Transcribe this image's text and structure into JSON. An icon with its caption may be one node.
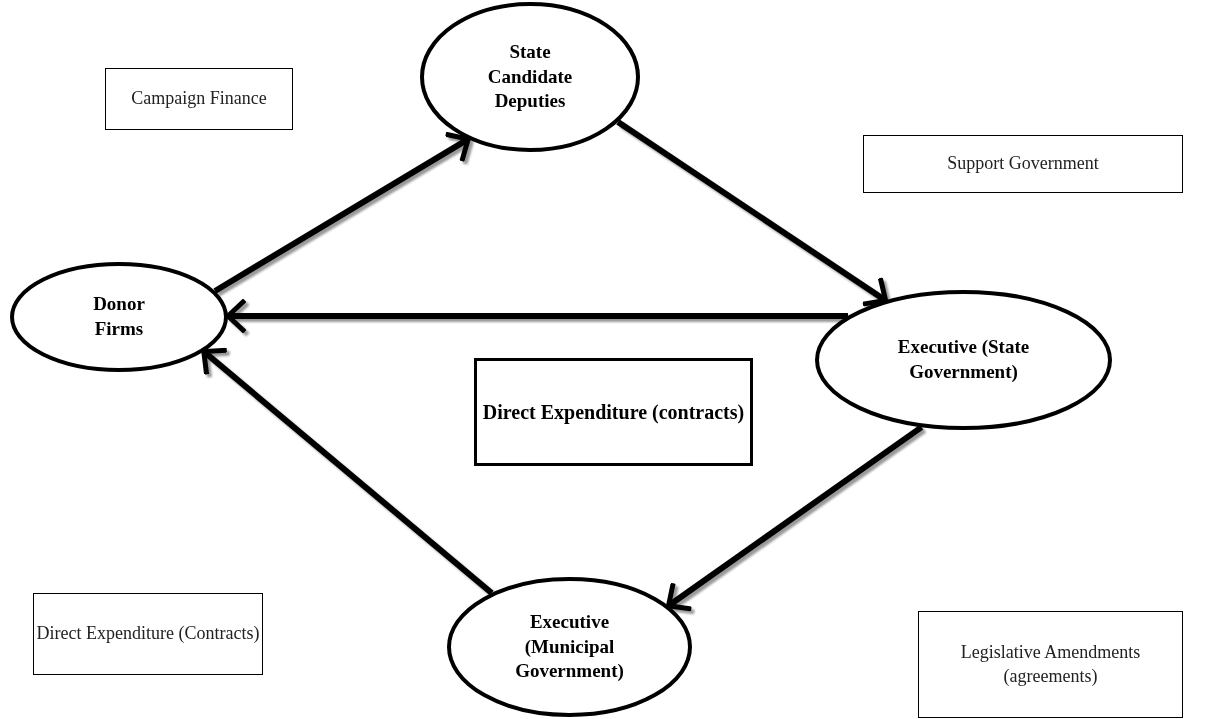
{
  "diagram": {
    "nodes": [
      {
        "text": [
          "State Candidate Deputies"
        ]
      },
      {
        "text": [
          "Campaign Finance"
        ]
      },
      {
        "text": [
          "Support Government"
        ]
      },
      {
        "text": [
          "Donor Firms"
        ]
      },
      {
        "text": [
          "Executive (State Government)"
        ]
      },
      {
        "text": [
          "Direct Expenditure (contracts)"
        ]
      },
      {
        "text": [
          "Direct Expenditure (Contracts)"
        ]
      },
      {
        "text": [
          "Executive (Municipal Government)"
        ]
      },
      {
        "text": [
          "Legislative Amendments (agreements)"
        ]
      }
    ],
    "edges": [
      {
        "from": 3,
        "to": 0,
        "arrow": "to"
      },
      {
        "from": 0,
        "to": 4,
        "arrow": "to"
      },
      {
        "from": 4,
        "to": 3,
        "arrow": "to"
      },
      {
        "from": 4,
        "to": 7,
        "arrow": "to"
      },
      {
        "from": 7,
        "to": 3,
        "arrow": "to"
      }
    ]
  }
}
